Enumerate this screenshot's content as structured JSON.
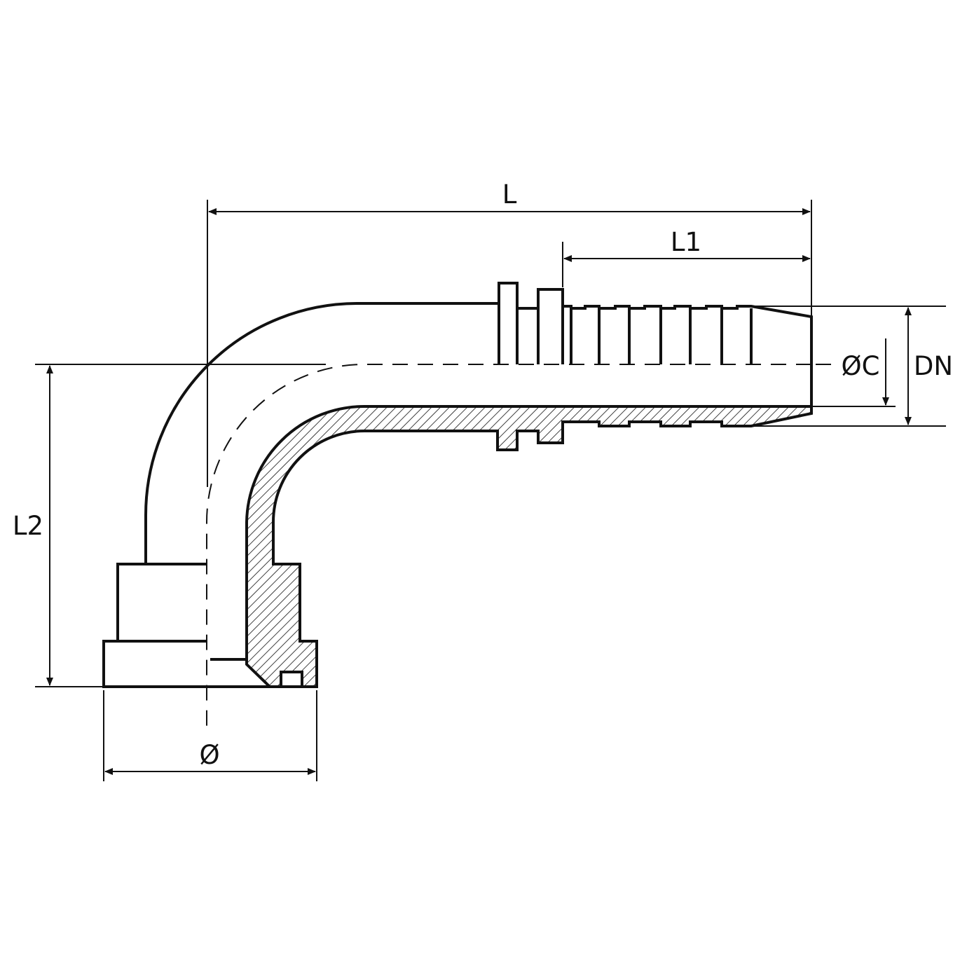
{
  "diagram": {
    "labels": {
      "L": "L",
      "L1": "L1",
      "L2": "L2",
      "OC": "ØC",
      "DN": "DN",
      "O": "Ø"
    },
    "colors": {
      "ink": "#111111",
      "background": "#ffffff"
    }
  }
}
